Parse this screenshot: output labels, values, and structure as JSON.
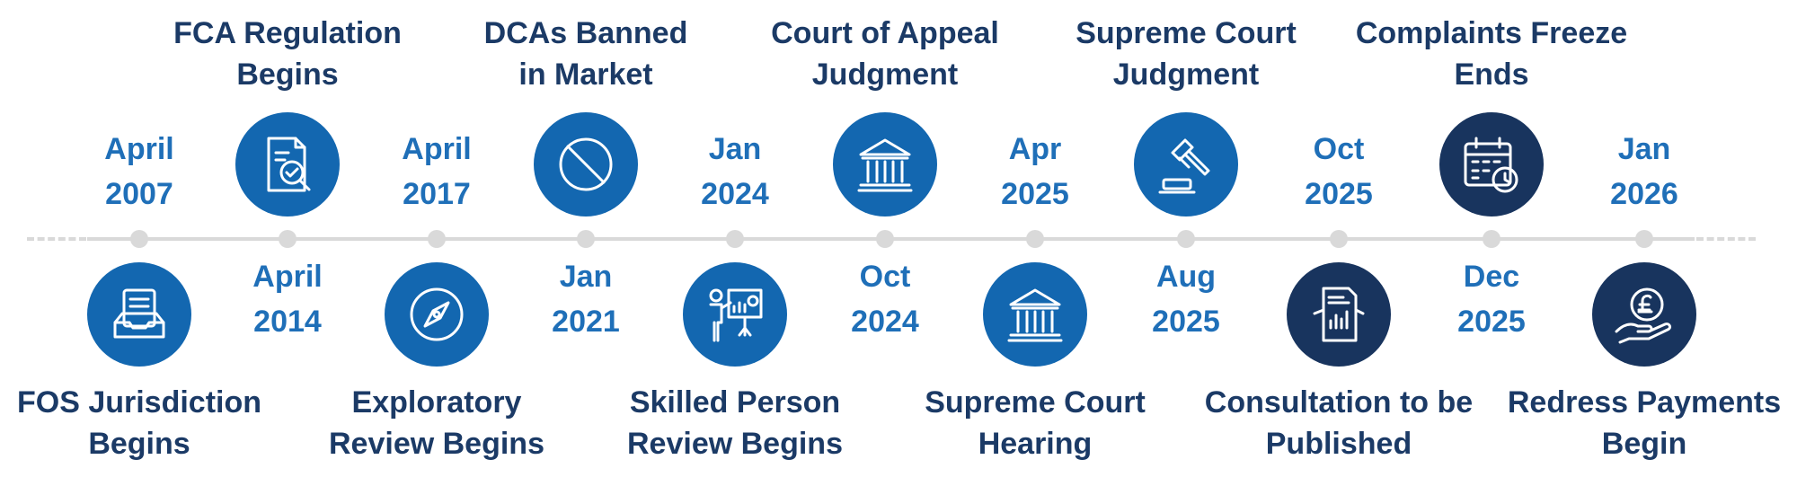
{
  "colors": {
    "date_blue": "#1f6fb8",
    "title_navy": "#1b3a66",
    "icon_mid": "#1367b0",
    "icon_dark": "#18345e",
    "axis_grey": "#d9d9d9"
  },
  "events": [
    {
      "date": [
        "April",
        "2007"
      ],
      "title": [
        "FOS Jurisdiction",
        "Begins"
      ],
      "icon": "inbox-document-icon",
      "icon_position": "below"
    },
    {
      "date": [
        "April",
        "2014"
      ],
      "title": [
        "FCA Regulation",
        "Begins"
      ],
      "icon": "document-search-check-icon",
      "icon_position": "above"
    },
    {
      "date": [
        "April",
        "2017"
      ],
      "title": [
        "Exploratory",
        "Review Begins"
      ],
      "icon": "compass-icon",
      "icon_position": "below"
    },
    {
      "date": [
        "Jan",
        "2021"
      ],
      "title": [
        "DCAs Banned",
        "in Market"
      ],
      "icon": "prohibited-icon",
      "icon_position": "above"
    },
    {
      "date": [
        "Jan",
        "2024"
      ],
      "title": [
        "Skilled Person",
        "Review Begins"
      ],
      "icon": "presentation-icon",
      "icon_position": "below"
    },
    {
      "date": [
        "Oct",
        "2024"
      ],
      "title": [
        "Court of Appeal",
        "Judgment"
      ],
      "icon": "courthouse-icon",
      "icon_position": "above"
    },
    {
      "date": [
        "Apr",
        "2025"
      ],
      "title": [
        "Supreme Court",
        "Hearing"
      ],
      "icon": "courthouse-icon",
      "icon_position": "below"
    },
    {
      "date": [
        "Aug",
        "2025"
      ],
      "title": [
        "Supreme Court",
        "Judgment"
      ],
      "icon": "gavel-icon",
      "icon_position": "above"
    },
    {
      "date": [
        "Oct",
        "2025"
      ],
      "title": [
        "Consultation to be",
        "Published"
      ],
      "icon": "report-document-icon",
      "icon_position": "below"
    },
    {
      "date": [
        "Dec",
        "2025"
      ],
      "title": [
        "Complaints Freeze",
        "Ends"
      ],
      "icon": "calendar-clock-icon",
      "icon_position": "above"
    },
    {
      "date": [
        "Jan",
        "2026"
      ],
      "title": [
        "Redress Payments",
        "Begin"
      ],
      "icon": "hand-pound-coin-icon",
      "icon_position": "below"
    }
  ]
}
